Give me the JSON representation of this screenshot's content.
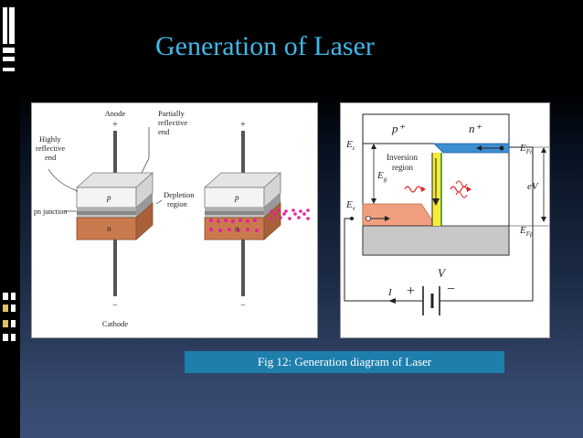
{
  "slide": {
    "title": "Generation of Laser",
    "caption": "Fig 12: Generation diagram of Laser"
  },
  "left_figure": {
    "anode": "Anode",
    "plus": "+",
    "minus": "−",
    "partially_reflective": [
      "Partially",
      "reflective",
      "end"
    ],
    "highly_reflective": [
      "Highly",
      "reflective",
      "end"
    ],
    "pn_junction": "pn junction",
    "depletion_region": [
      "Depletion",
      "region"
    ],
    "p": "p",
    "n": "n",
    "cathode": "Cathode"
  },
  "right_figure": {
    "p_plus": "p⁺",
    "n_plus": "n⁺",
    "Ec": "E",
    "Ec_sub": "c",
    "Ev": "E",
    "Ev_sub": "v",
    "Eg": "E",
    "Eg_sub": "g",
    "EFn": "E",
    "EFn_sub": "Fn",
    "EFp": "E",
    "EFp_sub": "Fp",
    "eV": "eV",
    "inversion_region": [
      "Inversion",
      "region"
    ],
    "V": "V",
    "I": "I",
    "battery_plus": "+",
    "battery_minus": "−"
  },
  "colors": {
    "title": "#3fb8e8",
    "caption_bg": "#1e7fad",
    "n_layer": "#c87a4e",
    "n_band": "#3d8fd1",
    "p_band": "#f0a080",
    "gray_band": "#c8c8c8",
    "inversion": "#f4ec3a"
  }
}
